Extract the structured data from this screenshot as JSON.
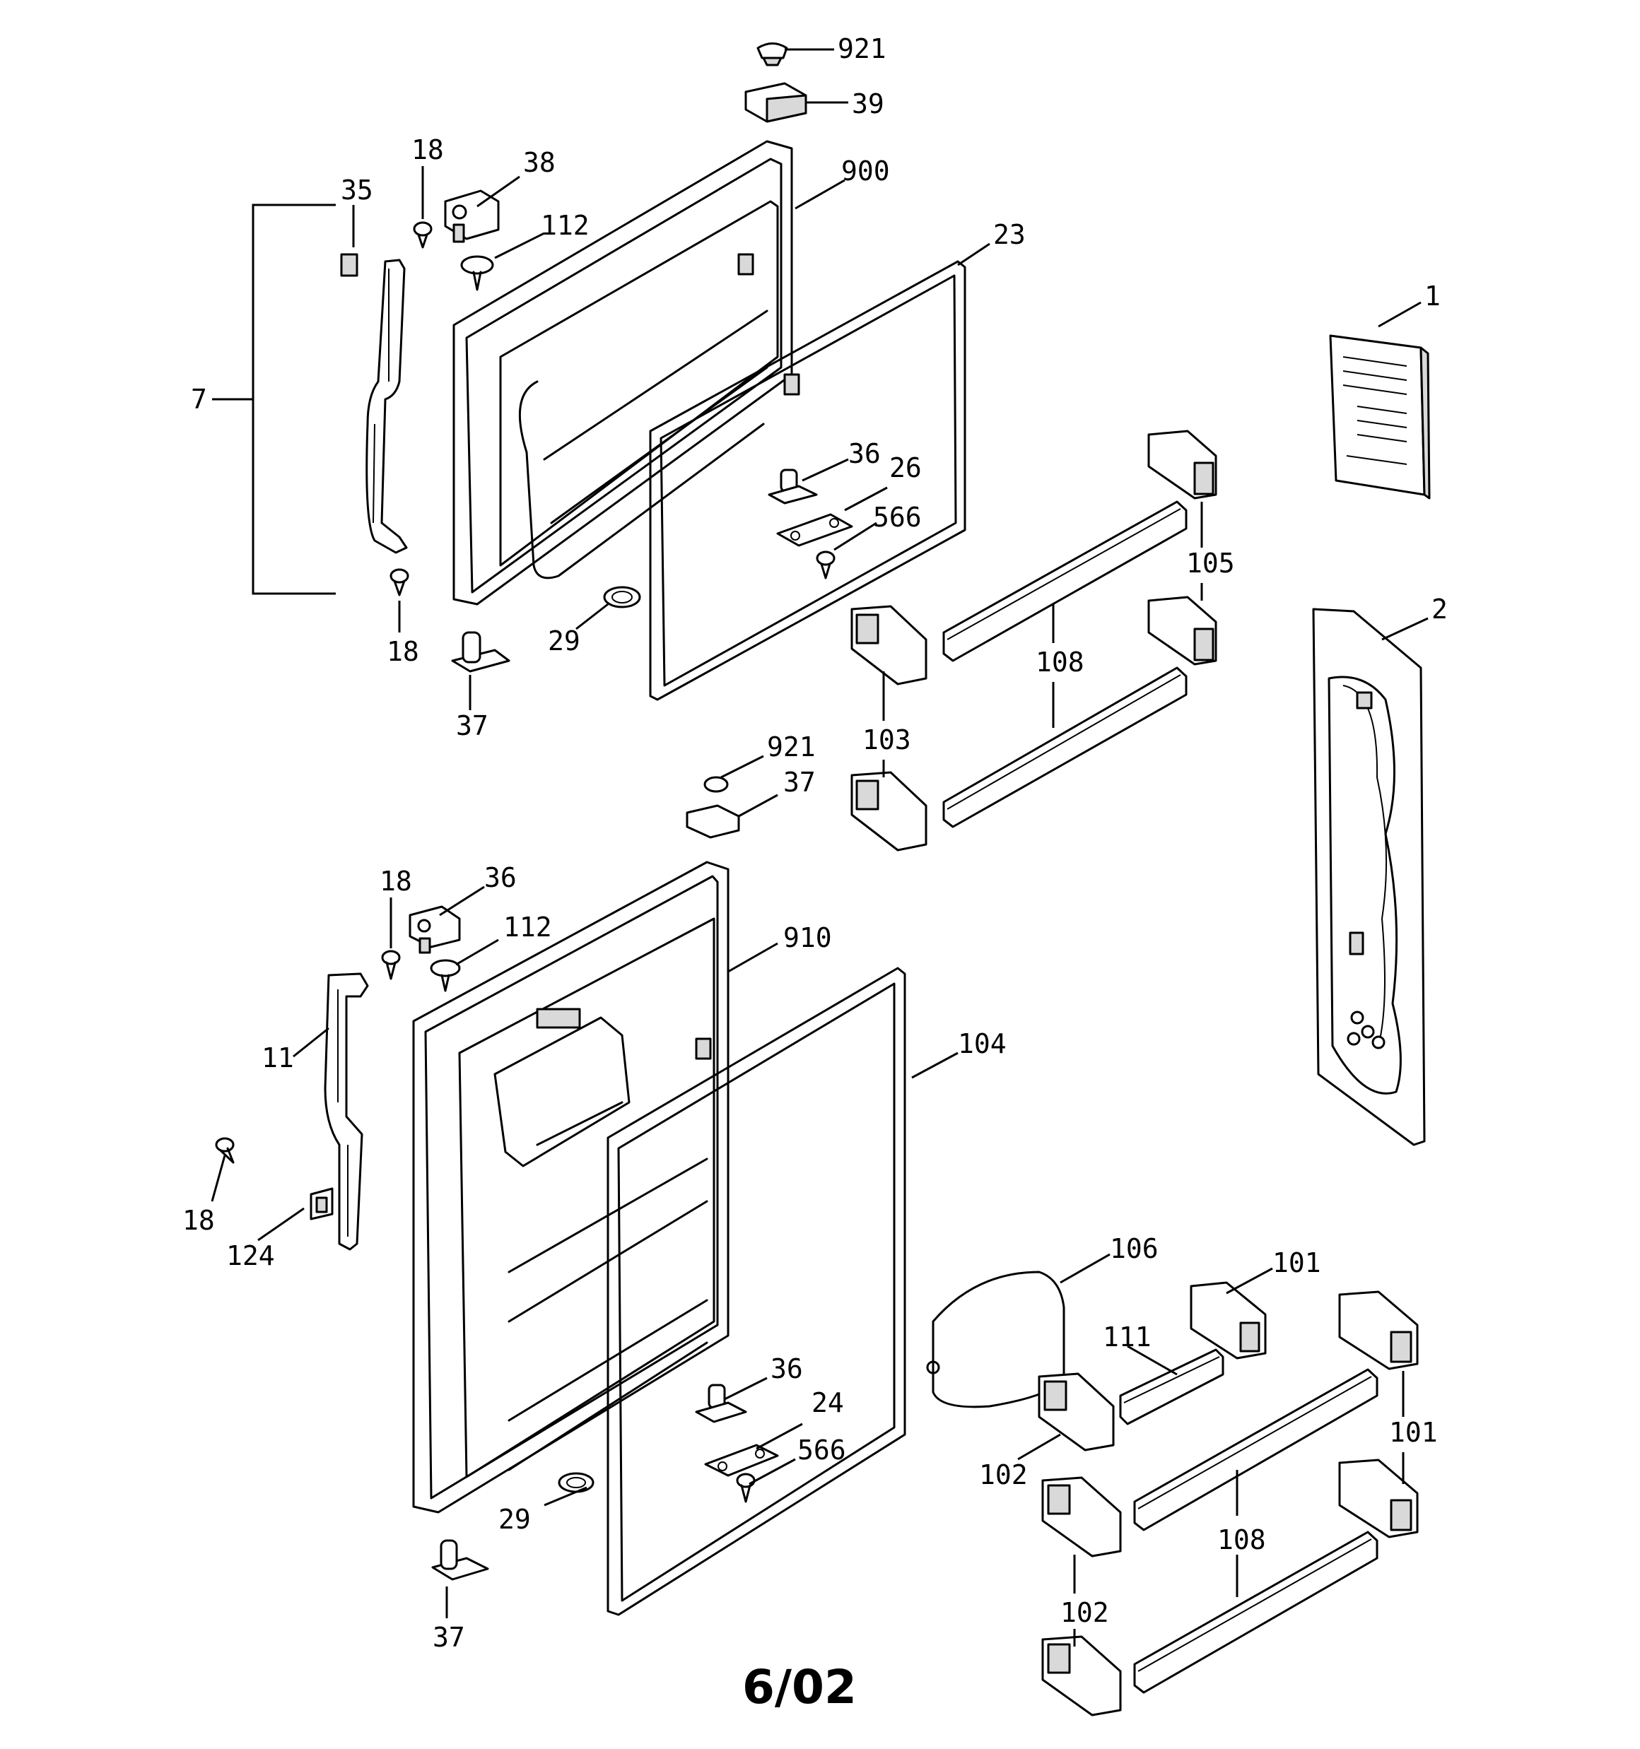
{
  "callouts": {
    "c921a": "921",
    "c39": "39",
    "c900": "900",
    "c38": "38",
    "c18a": "18",
    "c35": "35",
    "c112a": "112",
    "c23": "23",
    "c1": "1",
    "c7": "7",
    "c36a": "36",
    "c26": "26",
    "c566a": "566",
    "c105": "105",
    "c18b": "18",
    "c29a": "29",
    "c108a": "108",
    "c2": "2",
    "c37a": "37",
    "c103": "103",
    "c921b": "921",
    "c37b": "37",
    "c18c": "18",
    "c36b": "36",
    "c112b": "112",
    "c910": "910",
    "c11": "11",
    "c104": "104",
    "c18d": "18",
    "c124": "124",
    "c106": "106",
    "c101a": "101",
    "c111": "111",
    "c36c": "36",
    "c24": "24",
    "c566b": "566",
    "c101b": "101",
    "c102a": "102",
    "c29b": "29",
    "c108b": "108",
    "c102b": "102",
    "c37c": "37"
  },
  "footer": {
    "date_code": "6/02"
  }
}
